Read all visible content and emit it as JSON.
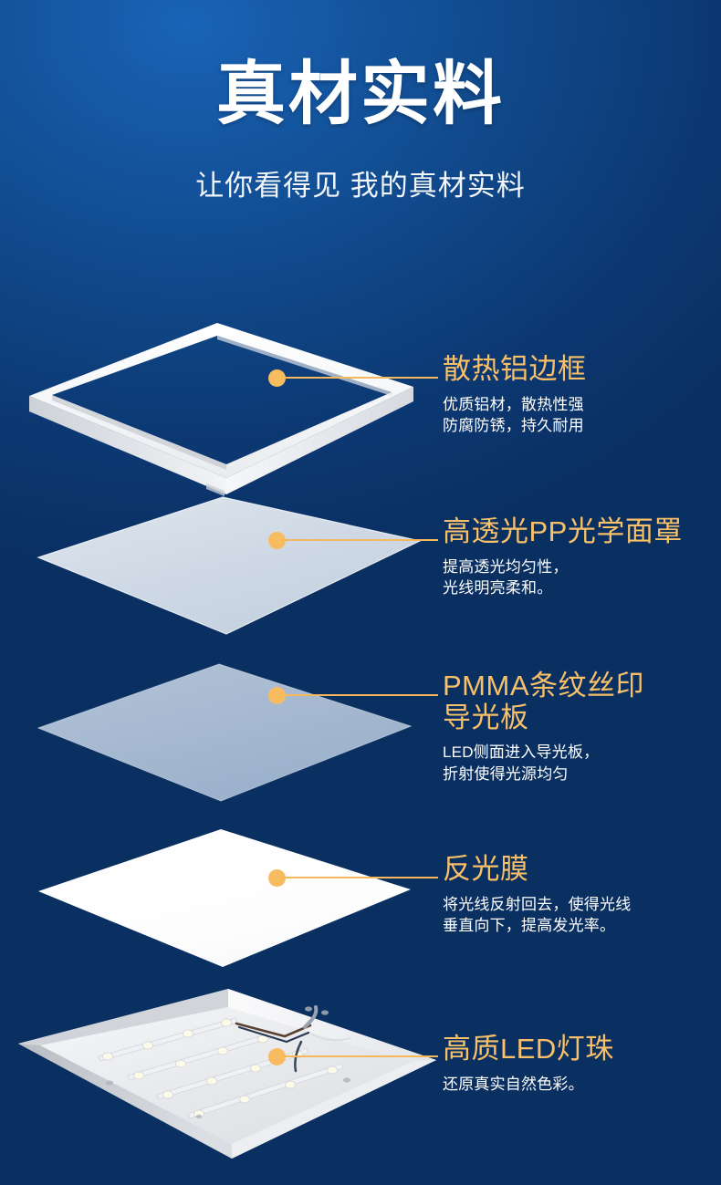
{
  "header": {
    "title": "真材实料",
    "subtitle": "让你看得见 我的真材实料"
  },
  "colors": {
    "background_top": "#1a63b6",
    "background_bottom": "#0a2f61",
    "accent_amber": "#f8c069",
    "dot_amber": "#f8bc60",
    "leader_line": "#f5b95c",
    "body_text": "#ffffff"
  },
  "layers": [
    {
      "id": "aluminum-frame",
      "title": "散热铝边框",
      "description": "优质铝材，散热性强\n防腐防锈，持久耐用",
      "part_icon": "aluminum-frame-icon"
    },
    {
      "id": "pp-diffuser",
      "title": "高透光PP光学面罩",
      "description": "提高透光均匀性，\n光线明亮柔和。",
      "part_icon": "pp-diffuser-sheet-icon"
    },
    {
      "id": "pmma-light-guide",
      "title": "PMMA条纹丝印\n导光板",
      "description": "LED侧面进入导光板，\n折射使得光源均匀",
      "part_icon": "pmma-light-guide-sheet-icon"
    },
    {
      "id": "reflective-film",
      "title": "反光膜",
      "description": "将光线反射回去，使得光线\n垂直向下，提高发光率。",
      "part_icon": "reflective-film-sheet-icon"
    },
    {
      "id": "led-beads",
      "title": "高质LED灯珠",
      "description": "还原真实自然色彩。",
      "part_icon": "led-tray-icon"
    }
  ]
}
